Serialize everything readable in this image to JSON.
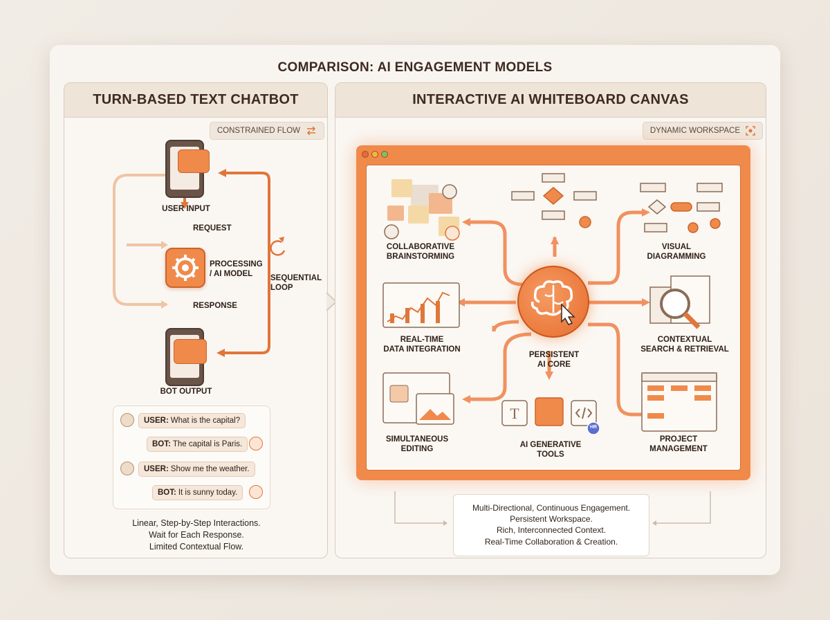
{
  "title": "COMPARISON: AI ENGAGEMENT MODELS",
  "left_panel": {
    "heading": "TURN-BASED TEXT CHATBOT",
    "tag": "CONSTRAINED FLOW",
    "user_input": "USER INPUT",
    "request": "REQUEST",
    "processing": "PROCESSING\n/ AI MODEL",
    "response": "RESPONSE",
    "bot_output": "BOT OUTPUT",
    "loop": "SEQUENTIAL\nLOOP",
    "chat": [
      {
        "speaker": "USER:",
        "text": "What is the capital?"
      },
      {
        "speaker": "BOT:",
        "text": "The capital is Paris."
      },
      {
        "speaker": "USER:",
        "text": "Show me the weather."
      },
      {
        "speaker": "BOT:",
        "text": "It is sunny today."
      }
    ],
    "caption": [
      "Linear, Step-by-Step Interactions.",
      "Wait for Each Response.",
      "Limited Contextual Flow."
    ]
  },
  "right_panel": {
    "heading": "INTERACTIVE AI WHITEBOARD CANVAS",
    "tag": "DYNAMIC WORKSPACE",
    "core": "PERSISTENT\nAI CORE",
    "features": {
      "brainstorm": "COLLABORATIVE\nBRAINSTORMING",
      "diagramming": "VISUAL\nDIAGRAMMING",
      "data": "REAL-TIME\nDATA INTEGRATION",
      "search": "CONTEXTUAL\nSEARCH & RETRIEVAL",
      "editing": "SIMULTANEOUS\nEDITING",
      "tools": "AI GENERATIVE\nTOOLS",
      "project": "PROJECT\nMANAGEMENT"
    },
    "tool_badge": "HR",
    "summary": [
      "Multi-Directional, Continuous Engagement.",
      "Persistent Workspace.",
      "Rich, Interconnected Context.",
      "Real-Time Collaboration & Creation."
    ]
  },
  "colors": {
    "accent": "#f08a4b",
    "accent_dark": "#c9642a",
    "ink": "#3e2a20",
    "panel": "#efe4d8"
  }
}
